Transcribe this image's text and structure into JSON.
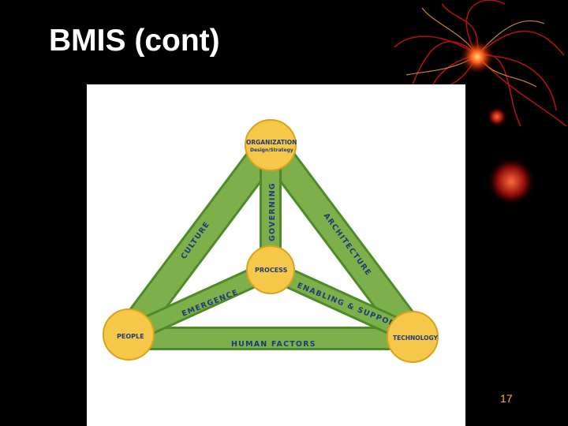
{
  "slide": {
    "title": "BMIS (cont)",
    "page_number": "17"
  },
  "diagram": {
    "nodes": {
      "organization": {
        "label": "ORGANIZATION",
        "sublabel": "Design/Strategy"
      },
      "process": {
        "label": "PROCESS"
      },
      "people": {
        "label": "PEOPLE"
      },
      "technology": {
        "label": "TECHNOLOGY"
      }
    },
    "edges": {
      "governing": "GOVERNING",
      "culture": "CULTURE",
      "architecture": "ARCHITECTURE",
      "emergence": "EMERGENCE",
      "enabling_support": "ENABLING & SUPPORT",
      "human_factors": "HUMAN FACTORS"
    },
    "colors": {
      "band": "#7db04a",
      "band_edge": "#4f8a2a",
      "node": "#f5c84a",
      "node_edge": "#d9a21a",
      "text": "#1e3a7a"
    }
  }
}
